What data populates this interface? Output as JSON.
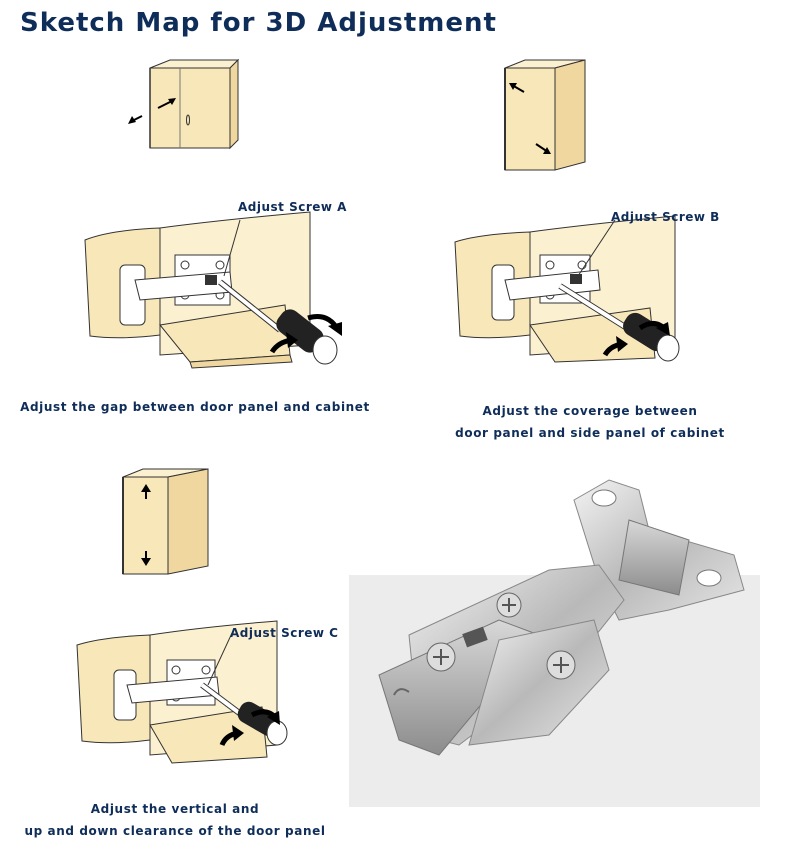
{
  "title": "Sketch Map for 3D Adjustment",
  "diagrams": [
    {
      "screw_label": "Adjust Screw A",
      "caption_lines": [
        "Adjust the gap between door panel and cabinet"
      ]
    },
    {
      "screw_label": "Adjust Screw B",
      "caption_lines": [
        "Adjust the coverage between",
        "door panel and side panel of cabinet"
      ]
    },
    {
      "screw_label": "Adjust Screw C",
      "caption_lines": [
        "Adjust the vertical and",
        "up and down clearance of the door panel"
      ]
    }
  ],
  "colors": {
    "title": "#0f2d59",
    "cabinet_fill": "#f8e7b8",
    "cabinet_side": "#efd79f",
    "outline": "#333333",
    "photo_bg": "#ececec"
  },
  "icons": [
    "cabinet-icon",
    "hinge-diagram",
    "screwdriver-icon",
    "rotation-arrow-icon",
    "hinge-photo"
  ]
}
